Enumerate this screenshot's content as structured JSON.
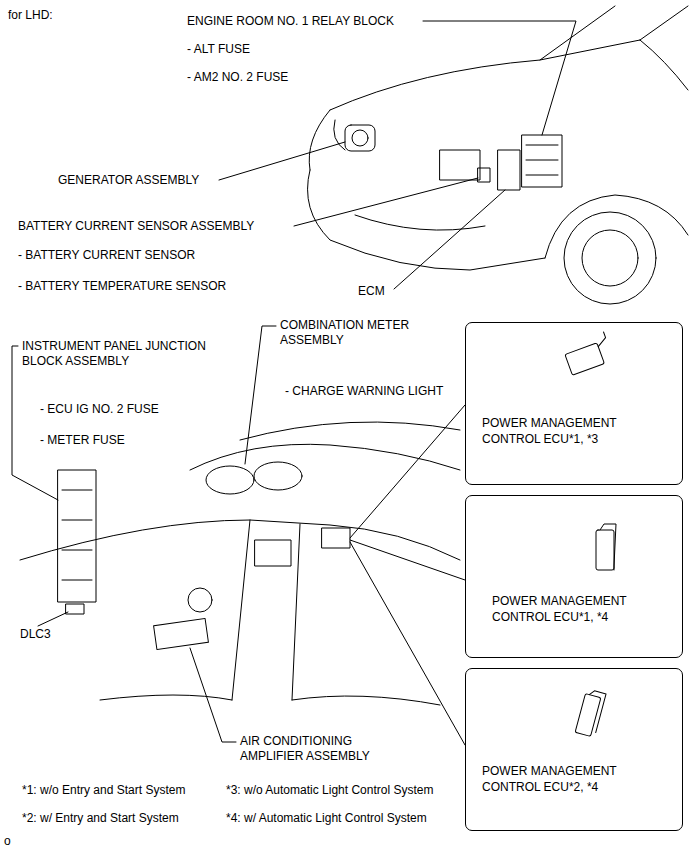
{
  "diagram": {
    "title": "for LHD:",
    "nodes": [
      {
        "text": [
          "POWER MANAGEMENT CONTROL ECU*1, *3"
        ]
      },
      {
        "text": [
          "POWER MANAGEMENT CONTROL ECU*1, *4"
        ]
      },
      {
        "text": [
          "POWER MANAGEMENT CONTROL ECU*2, *4"
        ]
      }
    ],
    "labels": [
      "ENGINE ROOM NO. 1 RELAY BLOCK",
      "- ALT FUSE",
      "- AM2 NO. 2 FUSE",
      "GENERATOR ASSEMBLY",
      "BATTERY CURRENT SENSOR ASSEMBLY",
      "- BATTERY CURRENT SENSOR",
      "- BATTERY TEMPERATURE SENSOR",
      "ECM",
      "INSTRUMENT PANEL JUNCTION BLOCK ASSEMBLY",
      "- ECU IG NO. 2 FUSE",
      "- METER FUSE",
      "COMBINATION METER ASSEMBLY",
      "- CHARGE WARNING LIGHT",
      "DLC3",
      "AIR CONDITIONING AMPLIFIER ASSEMBLY",
      "*1: w/o Entry and Start System",
      "*3: w/o Automatic Light Control System",
      "*2: w/ Entry and Start System",
      "*4: w/ Automatic Light Control System",
      "o"
    ]
  }
}
